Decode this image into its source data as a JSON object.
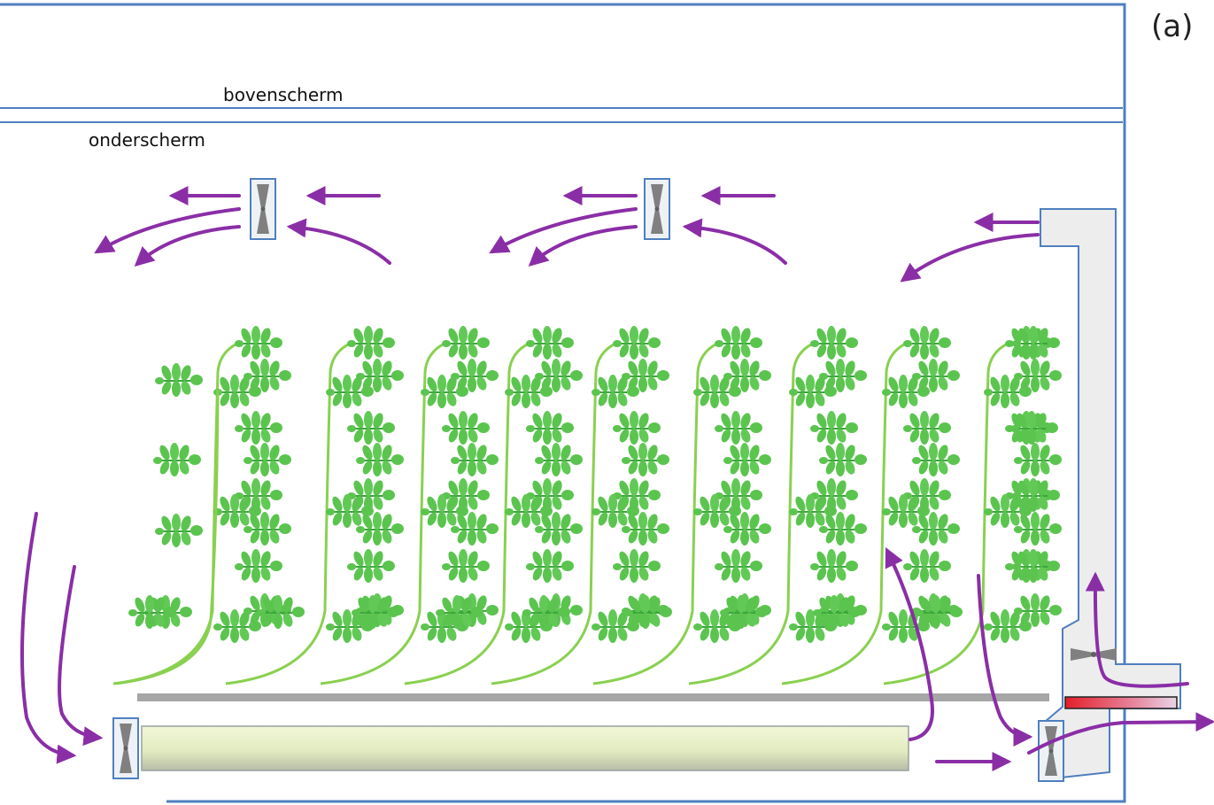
{
  "labels": {
    "upper_screen": "bovenscherm",
    "lower_screen": "onderscherm",
    "panel": "(a)"
  },
  "colors": {
    "wall": "#4f7fc0",
    "arrow": "#8a2ea6",
    "plant_leaf": "#5bc44f",
    "plant_stem": "#8ad050",
    "duct_fill": "#eeeeee",
    "tube_fill": "#e8f0c4",
    "bench": "#a6a6a6",
    "heater": "#e0303a",
    "fan": "#808080"
  },
  "icons": [
    "fan-icon",
    "heater-icon",
    "airflow-arrow-icon",
    "plant-icon"
  ]
}
